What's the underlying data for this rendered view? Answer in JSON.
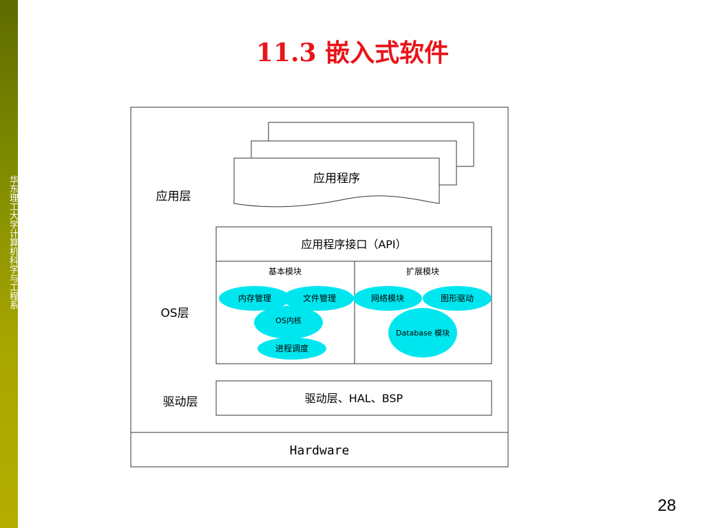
{
  "sidebar": {
    "text": "华东理工大学计算机科学与工程系"
  },
  "slide": {
    "title": "11.3 嵌入式软件",
    "page_number": "28"
  },
  "diagram": {
    "layers": {
      "app": "应用层",
      "os": "OS层",
      "driver": "驱动层"
    },
    "app_program": "应用程序",
    "api": "应用程序接口（API）",
    "basic_module": {
      "title": "基本模块",
      "items": [
        "内存管理",
        "文件管理",
        "OS内核",
        "进程调度"
      ]
    },
    "extension_module": {
      "title": "扩展模块",
      "items": [
        "网络模块",
        "图形驱动",
        "Database 模块"
      ]
    },
    "driver_box": "驱动层、HAL、BSP",
    "hardware": "Hardware"
  },
  "colors": {
    "title": "#e8141a",
    "ellipse_fill": "#00e6ef"
  }
}
